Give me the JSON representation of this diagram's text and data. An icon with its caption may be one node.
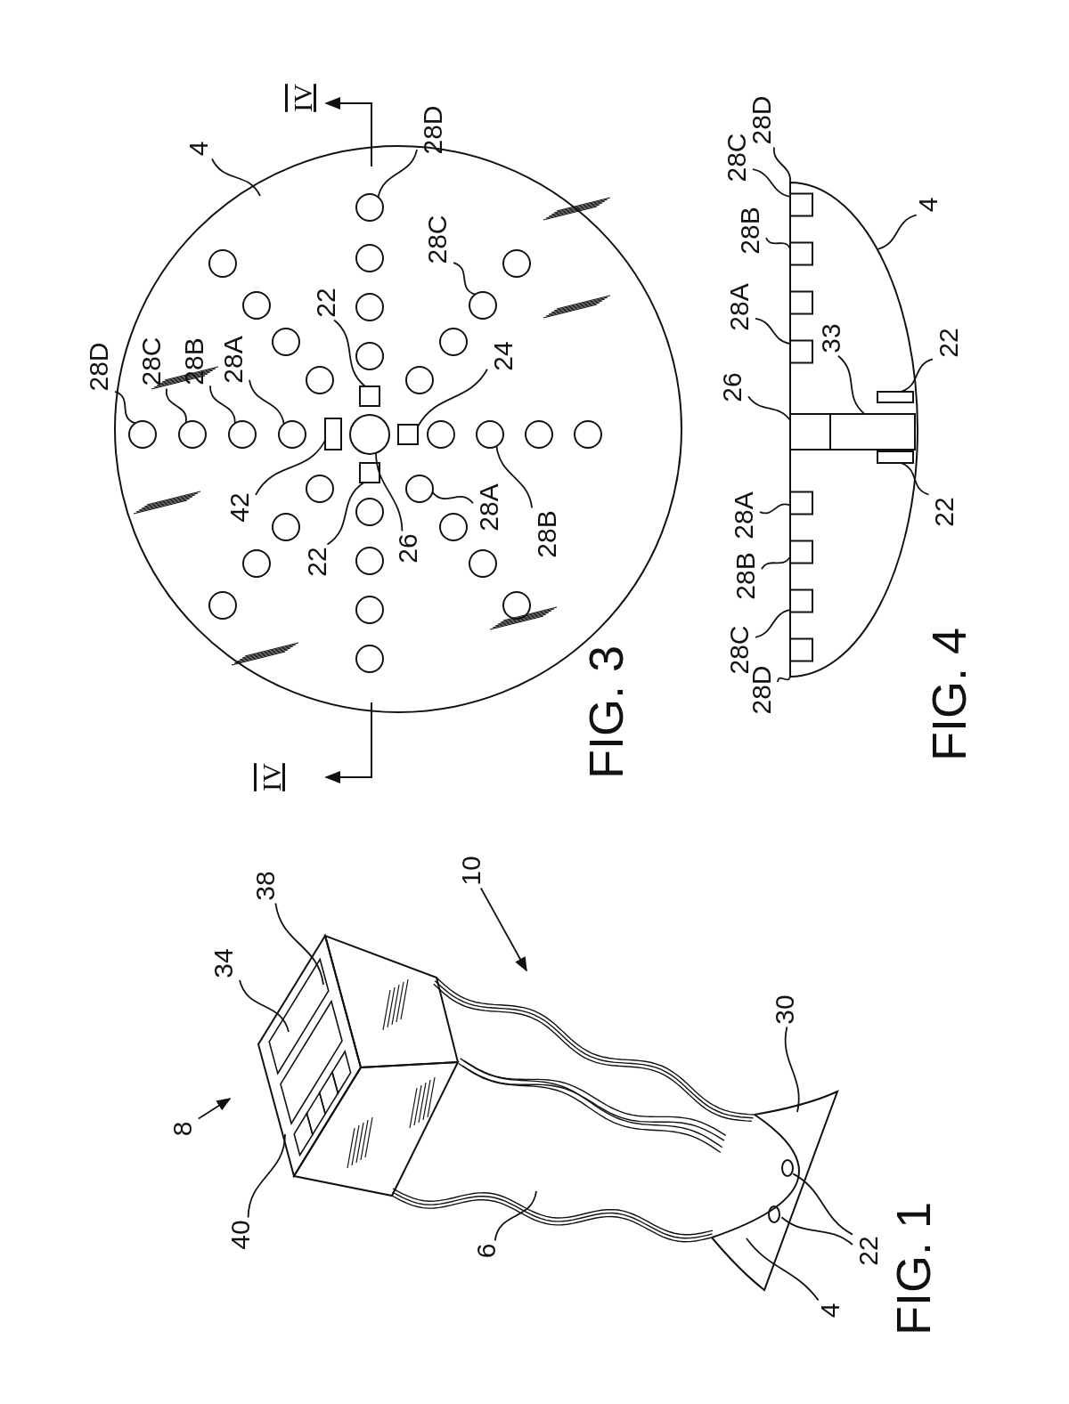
{
  "diagram": {
    "nodes": [
      {
        "text": [
          "8"
        ]
      },
      {
        "text": [
          "34"
        ]
      },
      {
        "text": [
          "38"
        ]
      },
      {
        "text": [
          "10"
        ]
      },
      {
        "text": [
          "40"
        ]
      },
      {
        "text": [
          "6"
        ]
      },
      {
        "text": [
          "30"
        ]
      },
      {
        "text": [
          "22"
        ]
      },
      {
        "text": [
          "4"
        ]
      },
      {
        "text": [],
        "shape": "circle"
      },
      {
        "text": [],
        "shape": "circle"
      },
      {
        "text": [
          "4"
        ]
      },
      {
        "text": [
          "28D"
        ]
      },
      {
        "text": [
          "28C"
        ]
      },
      {
        "text": [
          "28B"
        ]
      },
      {
        "text": [
          "28A"
        ]
      },
      {
        "text": [
          "42"
        ]
      },
      {
        "text": [
          "22"
        ]
      },
      {
        "text": [
          "22"
        ]
      },
      {
        "text": [
          "26"
        ]
      },
      {
        "text": [
          "24"
        ]
      },
      {
        "text": [
          "28A"
        ]
      },
      {
        "text": [
          "28B"
        ]
      },
      {
        "text": [
          "28C"
        ]
      },
      {
        "text": [
          "28D"
        ]
      },
      {
        "text": [],
        "shape": "circle"
      },
      {
        "text": [],
        "shape": "circle"
      },
      {
        "text": [],
        "shape": "circle"
      },
      {
        "text": [],
        "shape": "circle"
      },
      {
        "text": [],
        "shape": "box"
      },
      {
        "text": [],
        "shape": "box"
      },
      {
        "text": [],
        "shape": "box"
      },
      {
        "text": [],
        "shape": "circle"
      },
      {
        "text": [],
        "shape": "box"
      },
      {
        "text": [],
        "shape": "circle"
      },
      {
        "text": [],
        "shape": "circle"
      },
      {
        "text": [],
        "shape": "circle"
      },
      {
        "text": [],
        "shape": "circle"
      },
      {
        "text": [],
        "shape": "semicircle"
      },
      {
        "text": [
          "28D"
        ]
      },
      {
        "text": [
          "28C"
        ]
      },
      {
        "text": [
          "28B"
        ]
      },
      {
        "text": [
          "28A"
        ]
      },
      {
        "text": [
          "26"
        ]
      },
      {
        "text": [
          "33"
        ],
        "in": 38
      },
      {
        "text": [
          "22"
        ]
      },
      {
        "text": [
          "22"
        ]
      },
      {
        "text": [
          "28A"
        ]
      },
      {
        "text": [
          "28B"
        ]
      },
      {
        "text": [
          "28C"
        ]
      },
      {
        "text": [
          "28D"
        ]
      },
      {
        "text": [
          "4"
        ]
      },
      {
        "text": [],
        "shape": "box",
        "in": 38
      },
      {
        "text": [],
        "shape": "box",
        "in": 38
      },
      {
        "text": [],
        "shape": "box",
        "in": 38
      },
      {
        "text": [],
        "shape": "box",
        "in": 38
      },
      {
        "text": [],
        "shape": "box",
        "in": 38
      },
      {
        "text": [],
        "shape": "box",
        "in": 38
      },
      {
        "text": [],
        "shape": "box",
        "in": 38
      },
      {
        "text": [],
        "shape": "box",
        "in": 38
      },
      {
        "text": [],
        "shape": "box",
        "in": 38
      },
      {
        "text": [],
        "shape": "box",
        "in": 38
      },
      {
        "text": [],
        "shape": "box",
        "in": 38
      },
      {
        "text": [],
        "shape": "box",
        "in": 38
      }
    ],
    "edges": [
      {
        "from": 0,
        "to": null,
        "arrow": "to"
      },
      {
        "from": 1,
        "to": null,
        "arrow": "none"
      },
      {
        "from": 2,
        "to": null,
        "arrow": "none"
      },
      {
        "from": 3,
        "to": null,
        "arrow": "to"
      },
      {
        "from": 4,
        "to": null,
        "arrow": "none"
      },
      {
        "from": 5,
        "to": null,
        "arrow": "none"
      },
      {
        "from": 6,
        "to": null,
        "arrow": "none"
      },
      {
        "from": 7,
        "to": 9,
        "arrow": "none"
      },
      {
        "from": 7,
        "to": 10,
        "arrow": "none"
      },
      {
        "from": 8,
        "to": null,
        "arrow": "none"
      },
      {
        "from": 11,
        "to": null,
        "arrow": "none"
      },
      {
        "from": 12,
        "to": 25,
        "arrow": "none"
      },
      {
        "from": 13,
        "to": 26,
        "arrow": "none"
      },
      {
        "from": 14,
        "to": 27,
        "arrow": "none"
      },
      {
        "from": 15,
        "to": 28,
        "arrow": "none"
      },
      {
        "from": 16,
        "to": 29,
        "arrow": "none"
      },
      {
        "from": 17,
        "to": 30,
        "arrow": "none"
      },
      {
        "from": 18,
        "to": 31,
        "arrow": "none"
      },
      {
        "from": 19,
        "to": 32,
        "arrow": "none"
      },
      {
        "from": 20,
        "to": 33,
        "arrow": "none"
      },
      {
        "from": 21,
        "to": 34,
        "arrow": "none"
      },
      {
        "from": 22,
        "to": 35,
        "arrow": "none"
      },
      {
        "from": 23,
        "to": 36,
        "arrow": "none"
      },
      {
        "from": 24,
        "to": 37,
        "arrow": "none"
      },
      {
        "from": 39,
        "to": 38,
        "arrow": "none"
      },
      {
        "from": 40,
        "to": 52,
        "arrow": "none"
      },
      {
        "from": 41,
        "to": 53,
        "arrow": "none"
      },
      {
        "from": 42,
        "to": 55,
        "arrow": "none"
      },
      {
        "from": 43,
        "to": 60,
        "arrow": "none"
      },
      {
        "from": 44,
        "to": 61,
        "arrow": "none"
      },
      {
        "from": 45,
        "to": 62,
        "arrow": "none"
      },
      {
        "from": 46,
        "to": 63,
        "arrow": "none"
      },
      {
        "from": 47,
        "to": 56,
        "arrow": "none"
      },
      {
        "from": 48,
        "to": 57,
        "arrow": "none"
      },
      {
        "from": 49,
        "to": 58,
        "arrow": "none"
      },
      {
        "from": 50,
        "to": 38,
        "arrow": "none"
      },
      {
        "from": 51,
        "to": 38,
        "arrow": "none"
      }
    ],
    "labels": [
      "FIG. 1",
      "FIG. 3",
      "FIG. 4",
      "IV",
      "IV"
    ]
  }
}
